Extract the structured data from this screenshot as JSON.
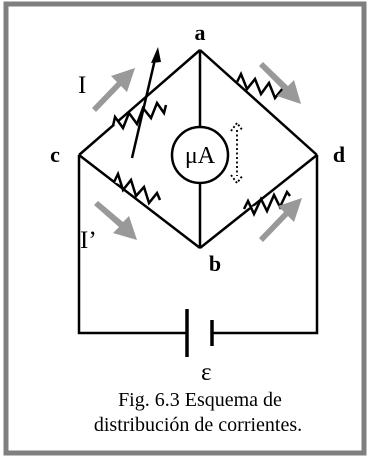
{
  "figure": {
    "nodes": {
      "a": "a",
      "b": "b",
      "c": "c",
      "d": "d"
    },
    "currents": {
      "upper": "I",
      "lower": "I’"
    },
    "meter": "μA",
    "battery": "ε",
    "caption": [
      "Fig. 6.3  Esquema de",
      "distribución de corrientes."
    ],
    "colors": {
      "frame": "#7f7f7f",
      "arrow": "#999999",
      "ink": "#000000"
    }
  }
}
